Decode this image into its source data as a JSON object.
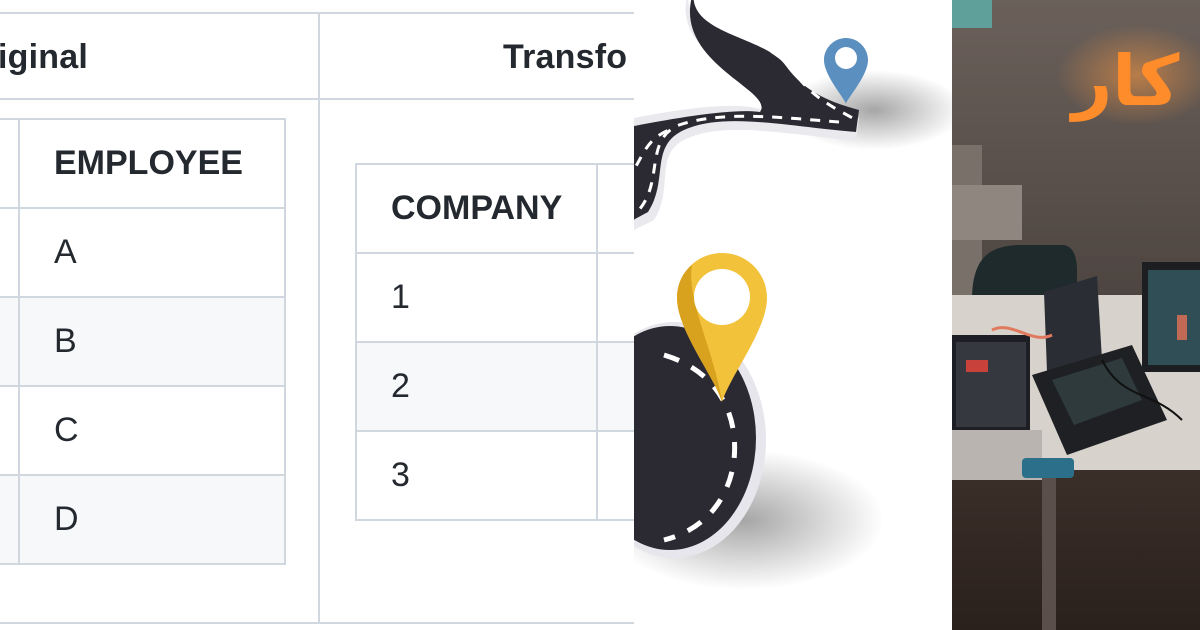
{
  "tables_panel": {
    "left_header": "iginal",
    "right_header": "Transfo",
    "original_table": {
      "header": "EMPLOYEE",
      "rows": [
        "A",
        "B",
        "C",
        "D"
      ]
    },
    "transformed_table": {
      "header": "COMPANY",
      "rows": [
        "1",
        "2",
        "3"
      ]
    }
  },
  "roadmap_panel": {
    "pins": [
      "location-pin-blue-icon",
      "location-pin-yellow-icon"
    ],
    "colors": {
      "road": "#2b2a33",
      "blue_pin": "#5b8fbf",
      "yellow_pin": "#f3c23b"
    }
  },
  "office_panel": {
    "sign_text": "کار",
    "colors": {
      "sign_glow": "#ff8c2a",
      "wall": "#5c524d"
    }
  }
}
